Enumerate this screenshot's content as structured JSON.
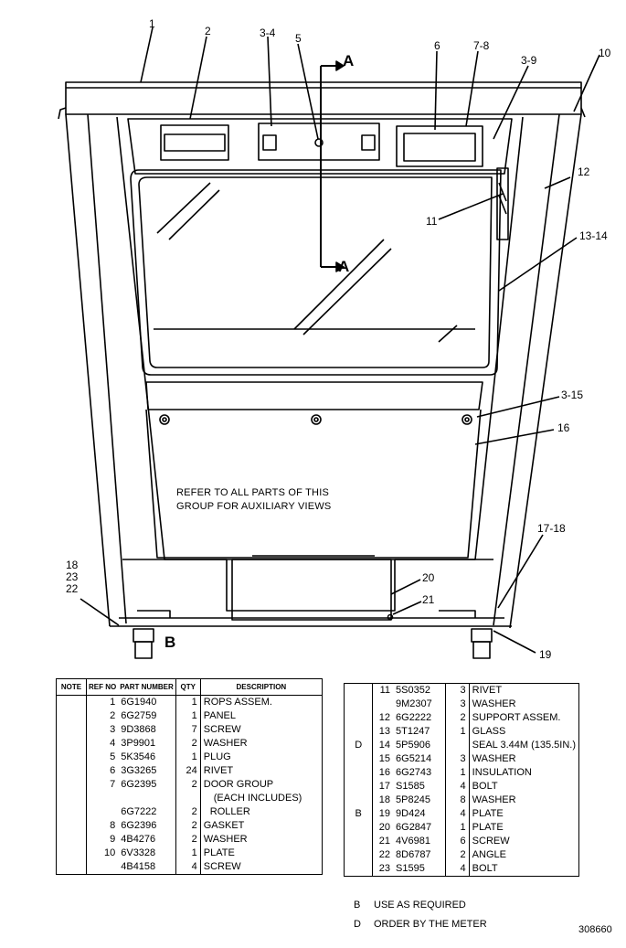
{
  "drawing": {
    "callouts": [
      "1",
      "2",
      "3-4",
      "5",
      "6",
      "7-8",
      "3-9",
      "10",
      "12",
      "11",
      "13-14",
      "3-15",
      "16",
      "17-18",
      "18",
      "23",
      "22",
      "20",
      "21",
      "19"
    ],
    "section_labels": [
      "A",
      "A",
      "B"
    ],
    "note_lines": [
      "REFER TO ALL PARTS OF THIS",
      "GROUP FOR AUXILIARY VIEWS"
    ]
  },
  "table_left": {
    "headers": {
      "note": "NOTE",
      "ref_no": "REF NO",
      "part_number": "PART NUMBER",
      "qty": "QTY",
      "description": "DESCRIPTION"
    },
    "rows": [
      {
        "note": "",
        "ref": "1",
        "part": "6G1940",
        "qty": "1",
        "desc": "ROPS ASSEM."
      },
      {
        "note": "",
        "ref": "2",
        "part": "6G2759",
        "qty": "1",
        "desc": "PANEL"
      },
      {
        "note": "",
        "ref": "3",
        "part": "9D3868",
        "qty": "7",
        "desc": "SCREW"
      },
      {
        "note": "",
        "ref": "4",
        "part": "3P9901",
        "qty": "2",
        "desc": "WASHER"
      },
      {
        "note": "",
        "ref": "5",
        "part": "5K3546",
        "qty": "1",
        "desc": "PLUG"
      },
      {
        "note": "",
        "ref": "6",
        "part": "3G3265",
        "qty": "24",
        "desc": "RIVET"
      },
      {
        "note": "",
        "ref": "7",
        "part": "6G2395",
        "qty": "2",
        "desc": "DOOR GROUP"
      },
      {
        "note": "",
        "ref": "",
        "part": "",
        "qty": "",
        "desc": "(EACH INCLUDES)"
      },
      {
        "note": "",
        "ref": "",
        "part": "6G7222",
        "qty": "2",
        "desc": "ROLLER"
      },
      {
        "note": "",
        "ref": "8",
        "part": "6G2396",
        "qty": "2",
        "desc": "GASKET"
      },
      {
        "note": "",
        "ref": "9",
        "part": "4B4276",
        "qty": "2",
        "desc": "WASHER"
      },
      {
        "note": "",
        "ref": "10",
        "part": "6V3328",
        "qty": "1",
        "desc": "PLATE"
      },
      {
        "note": "",
        "ref": "",
        "part": "4B4158",
        "qty": "4",
        "desc": "SCREW"
      }
    ]
  },
  "table_right": {
    "rows": [
      {
        "note": "",
        "ref": "11",
        "part": "5S0352",
        "qty": "3",
        "desc": "RIVET"
      },
      {
        "note": "",
        "ref": "",
        "part": "9M2307",
        "qty": "3",
        "desc": "WASHER"
      },
      {
        "note": "",
        "ref": "12",
        "part": "6G2222",
        "qty": "2",
        "desc": "SUPPORT ASSEM."
      },
      {
        "note": "",
        "ref": "13",
        "part": "5T1247",
        "qty": "1",
        "desc": "GLASS"
      },
      {
        "note": "D",
        "ref": "14",
        "part": "5P5906",
        "qty": "",
        "desc": "SEAL 3.44M (135.5IN.)"
      },
      {
        "note": "",
        "ref": "15",
        "part": "6G5214",
        "qty": "3",
        "desc": "WASHER"
      },
      {
        "note": "",
        "ref": "16",
        "part": "6G2743",
        "qty": "1",
        "desc": "INSULATION"
      },
      {
        "note": "",
        "ref": "17",
        "part": "S1585",
        "qty": "4",
        "desc": "BOLT"
      },
      {
        "note": "",
        "ref": "18",
        "part": "5P8245",
        "qty": "8",
        "desc": "WASHER"
      },
      {
        "note": "B",
        "ref": "19",
        "part": "9D424",
        "qty": "4",
        "desc": "PLATE"
      },
      {
        "note": "",
        "ref": "20",
        "part": "6G2847",
        "qty": "1",
        "desc": "PLATE"
      },
      {
        "note": "",
        "ref": "21",
        "part": "4V6981",
        "qty": "6",
        "desc": "SCREW"
      },
      {
        "note": "",
        "ref": "22",
        "part": "8D6787",
        "qty": "2",
        "desc": "ANGLE"
      },
      {
        "note": "",
        "ref": "23",
        "part": "S1595",
        "qty": "4",
        "desc": "BOLT"
      }
    ]
  },
  "legend": [
    {
      "key": "B",
      "text": "USE AS REQUIRED"
    },
    {
      "key": "D",
      "text": "ORDER BY THE METER"
    }
  ],
  "figure_number": "308660"
}
